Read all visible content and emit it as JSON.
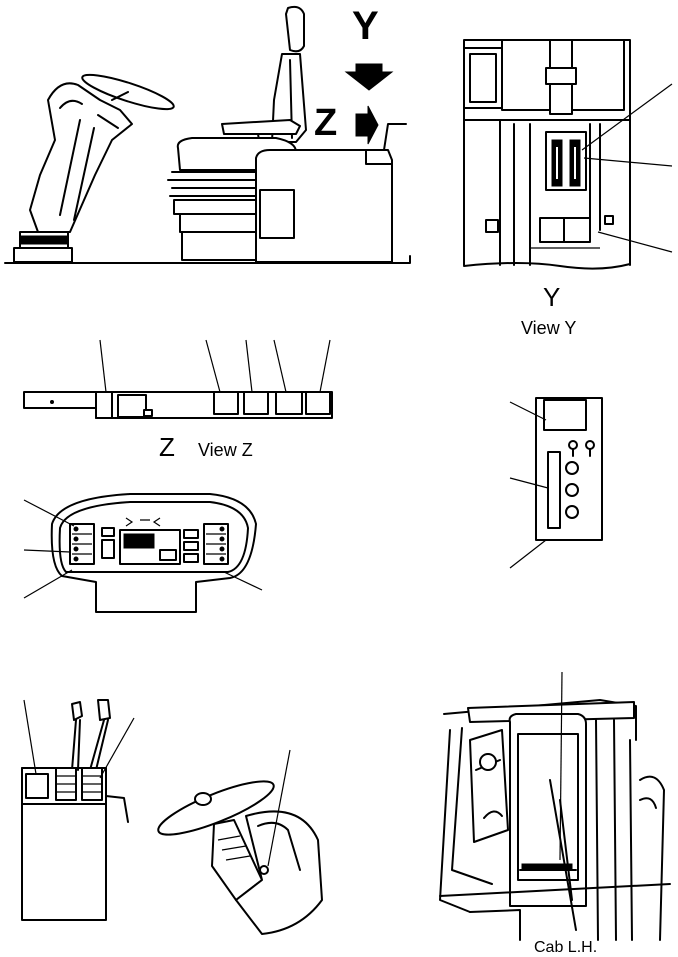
{
  "labels": {
    "view_y_letter": "Y",
    "view_y_caption": "View Y",
    "view_z_letter": "Z",
    "view_z_caption": "View Z",
    "arrow_y": "Y",
    "arrow_z": "Z",
    "cab_caption": "Cab L.H."
  }
}
